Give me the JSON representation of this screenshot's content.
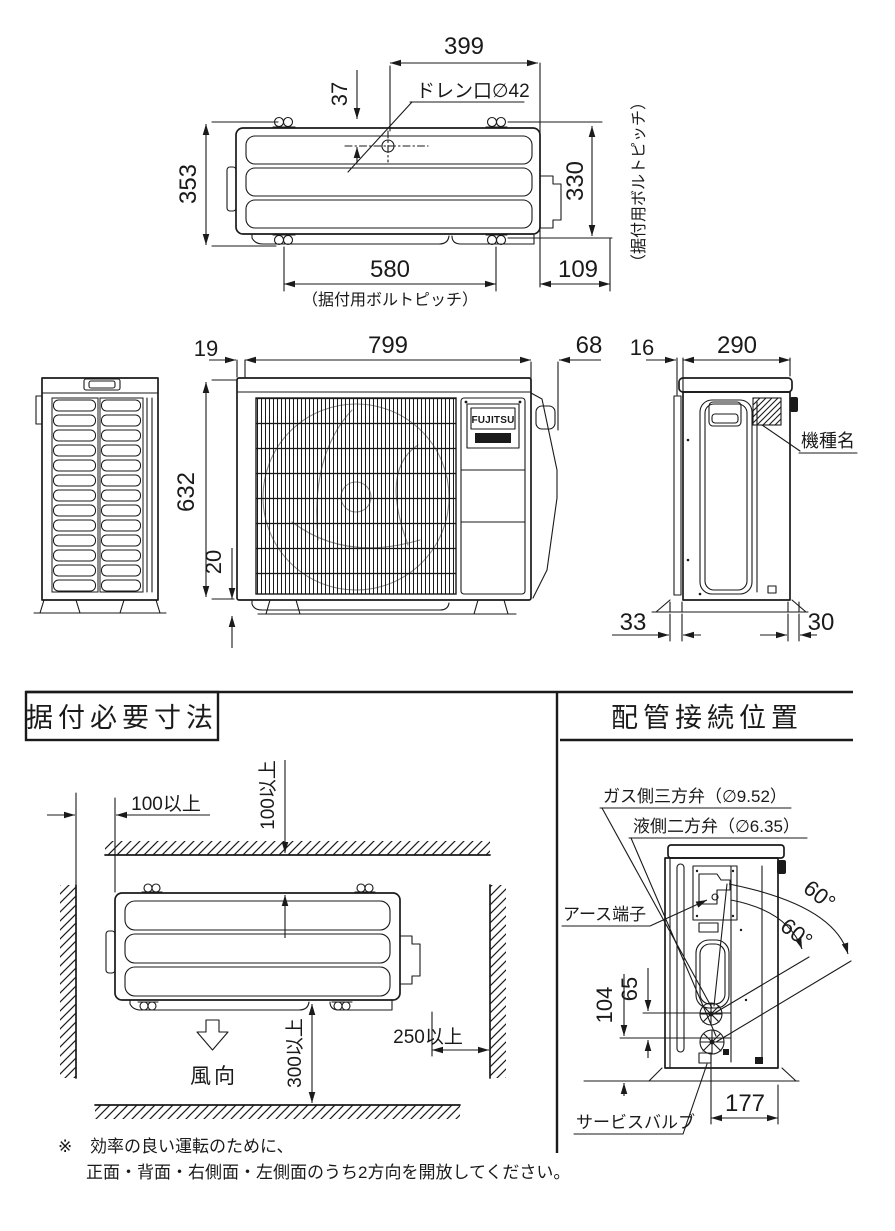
{
  "colors": {
    "ink": "#1a1a1a",
    "paper": "#ffffff"
  },
  "titles": {
    "installation": "据付必要寸法",
    "piping": "配管接続位置"
  },
  "top_view": {
    "d399": "399",
    "d37": "37",
    "d353": "353",
    "d330": "330",
    "d580": "580",
    "d109": "109",
    "drain_label": "ドレン口∅42",
    "bolt_pitch_note": "（据付用ボルトピッチ）"
  },
  "front_view": {
    "d19": "19",
    "d799": "799",
    "d68": "68",
    "d632": "632",
    "d20": "20",
    "brand": "FUJITSU"
  },
  "side_view": {
    "d16": "16",
    "d290": "290",
    "d33": "33",
    "d30": "30",
    "model_label": "機種名"
  },
  "installation": {
    "min_left": "100以上",
    "min_top": "100以上",
    "min_right": "250以上",
    "min_front": "300以上",
    "wind_label": "風向"
  },
  "piping": {
    "gas_label": "ガス側三方弁（∅9.52）",
    "liquid_label": "液側二方弁（∅6.35）",
    "earth_label": "アース端子",
    "service_label": "サービスバルブ",
    "d104": "104",
    "d65": "65",
    "d177": "177",
    "angle1": "60°",
    "angle2": "60°"
  },
  "note": {
    "mark": "※",
    "line1": "効率の良い運転のために、",
    "line2": "正面・背面・右側面・左側面のうち2方向を開放してください。"
  }
}
